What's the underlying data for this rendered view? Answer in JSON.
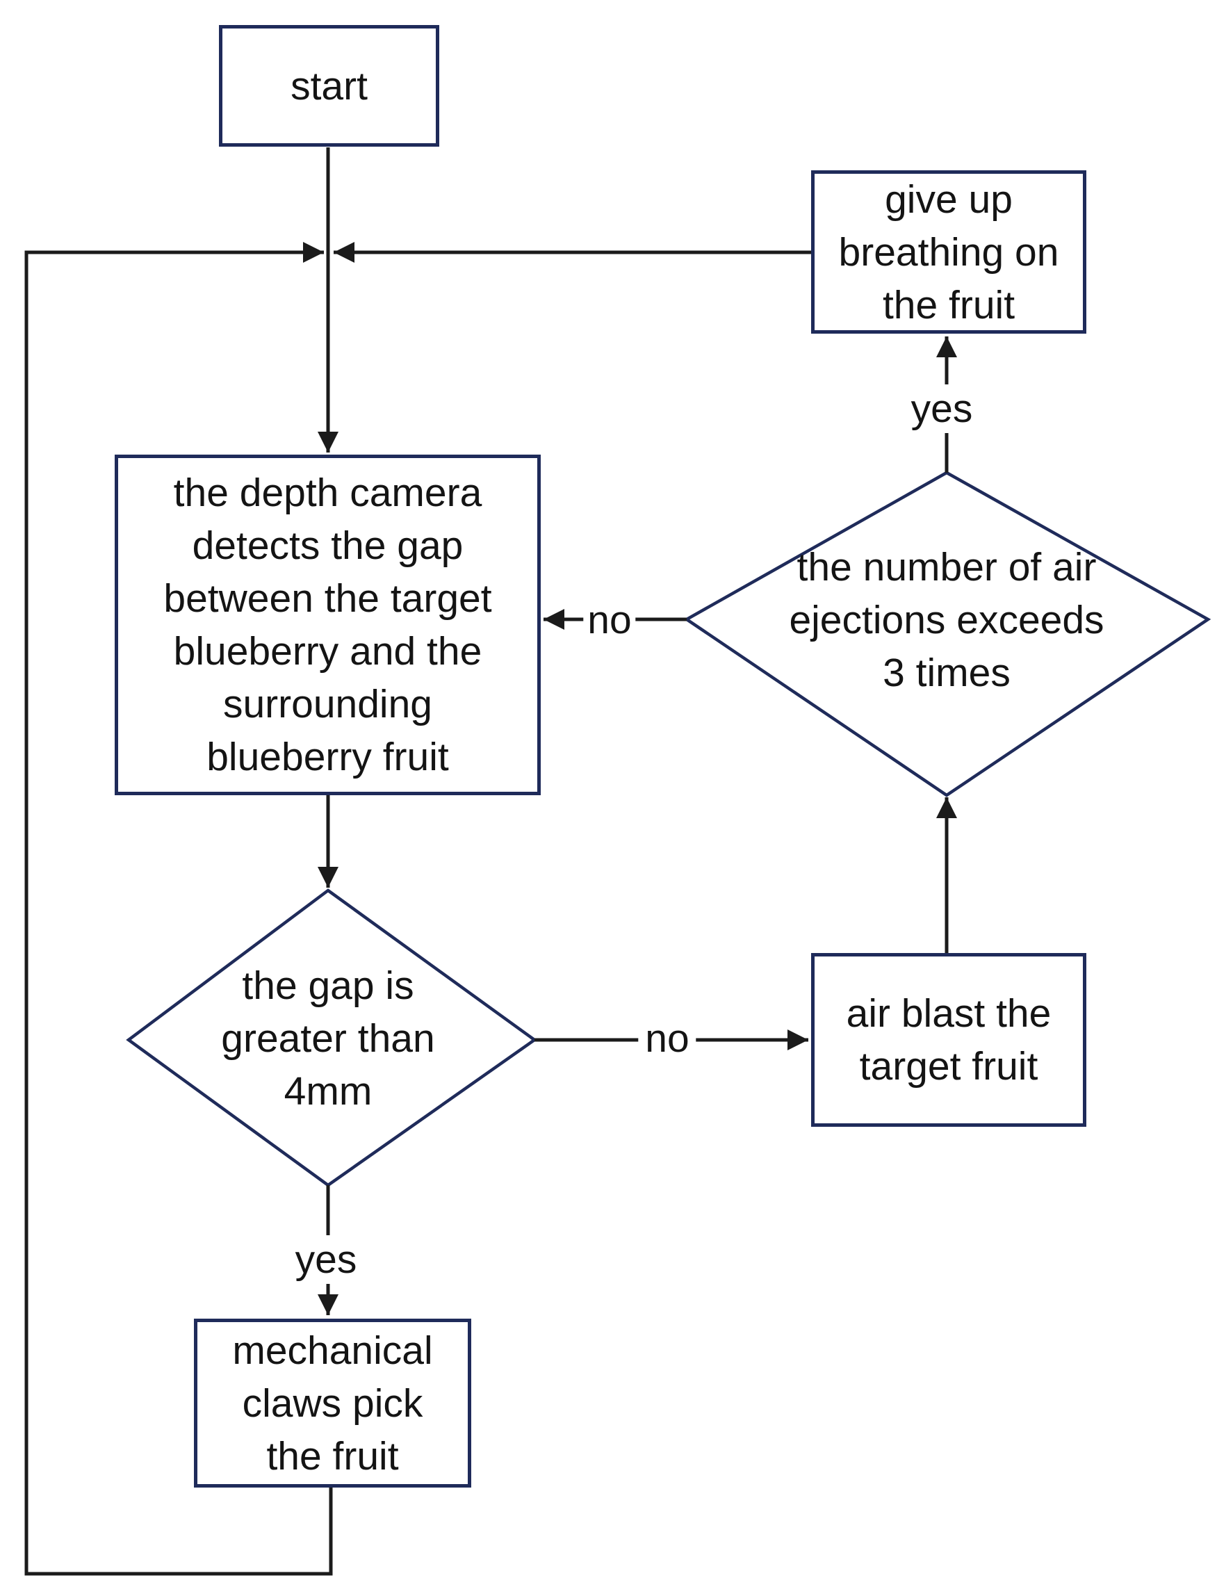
{
  "colors": {
    "node_border": "#1f2b5a",
    "connector": "#1b1b1b",
    "text": "#141414",
    "background": "#ffffff"
  },
  "nodes": {
    "start": {
      "label": "start"
    },
    "give_up": {
      "label": "give up\nbreathing on\nthe fruit"
    },
    "depth_camera": {
      "label": "the depth camera\ndetects the gap\nbetween the target\nblueberry and the\nsurrounding\nblueberry fruit"
    },
    "air_ejections": {
      "label": "the number of air\nejections exceeds\n3 times"
    },
    "gap_check": {
      "label": "the gap is\ngreater than\n4mm"
    },
    "air_blast": {
      "label": "air blast the\ntarget fruit"
    },
    "mechanical_claws": {
      "label": "mechanical\nclaws pick\nthe fruit"
    }
  },
  "edge_labels": {
    "ejections_yes": "yes",
    "ejections_no": "no",
    "gap_yes": "yes",
    "gap_no": "no"
  }
}
